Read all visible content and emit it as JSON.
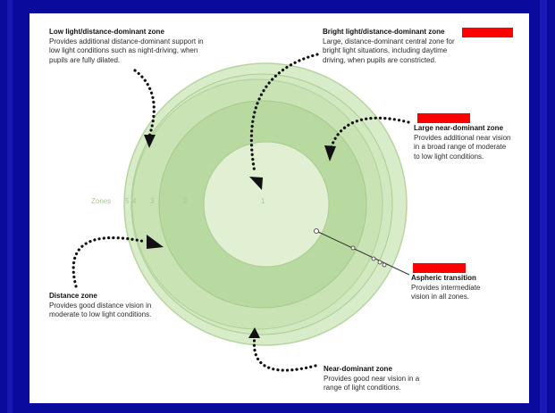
{
  "colors": {
    "background": "#0a0a9c",
    "slide": "#ffffff",
    "lens_outer": "#d4e9c4",
    "lens_mid": "#bedaa8",
    "lens_inner": "#e4f1d8",
    "redaction": "#ff0000",
    "arrow": "#111111"
  },
  "zones_label": "Zones",
  "zone_numbers": [
    "5",
    "4",
    "3",
    "2",
    "1"
  ],
  "labels": {
    "low_light": {
      "title": "Low light/distance-dominant zone",
      "desc": [
        "Provides additional distance-dominant support in",
        "low light conditions such as night-driving, when",
        "pupils are fully dilated."
      ]
    },
    "bright_light": {
      "title": "Bright light/distance-dominant zone",
      "desc": [
        "Large, distance-dominant central zone for",
        "bright light situations, including daytime",
        "driving, when pupils are constricted."
      ]
    },
    "large_near": {
      "title": "Large near-dominant zone",
      "desc": [
        "Provides additional near vision",
        "in a broad range of moderate",
        "to low light conditions."
      ]
    },
    "distance": {
      "title": "Distance zone",
      "desc": [
        "Provides good distance vision in",
        "moderate to low light conditions."
      ]
    },
    "aspheric": {
      "title": "Aspheric transition",
      "desc": [
        "Provides intermediate",
        "vision in all zones."
      ]
    },
    "near_dominant": {
      "title": "Near-dominant zone",
      "desc": [
        "Provides good near vision in a",
        "range of light conditions."
      ]
    }
  }
}
